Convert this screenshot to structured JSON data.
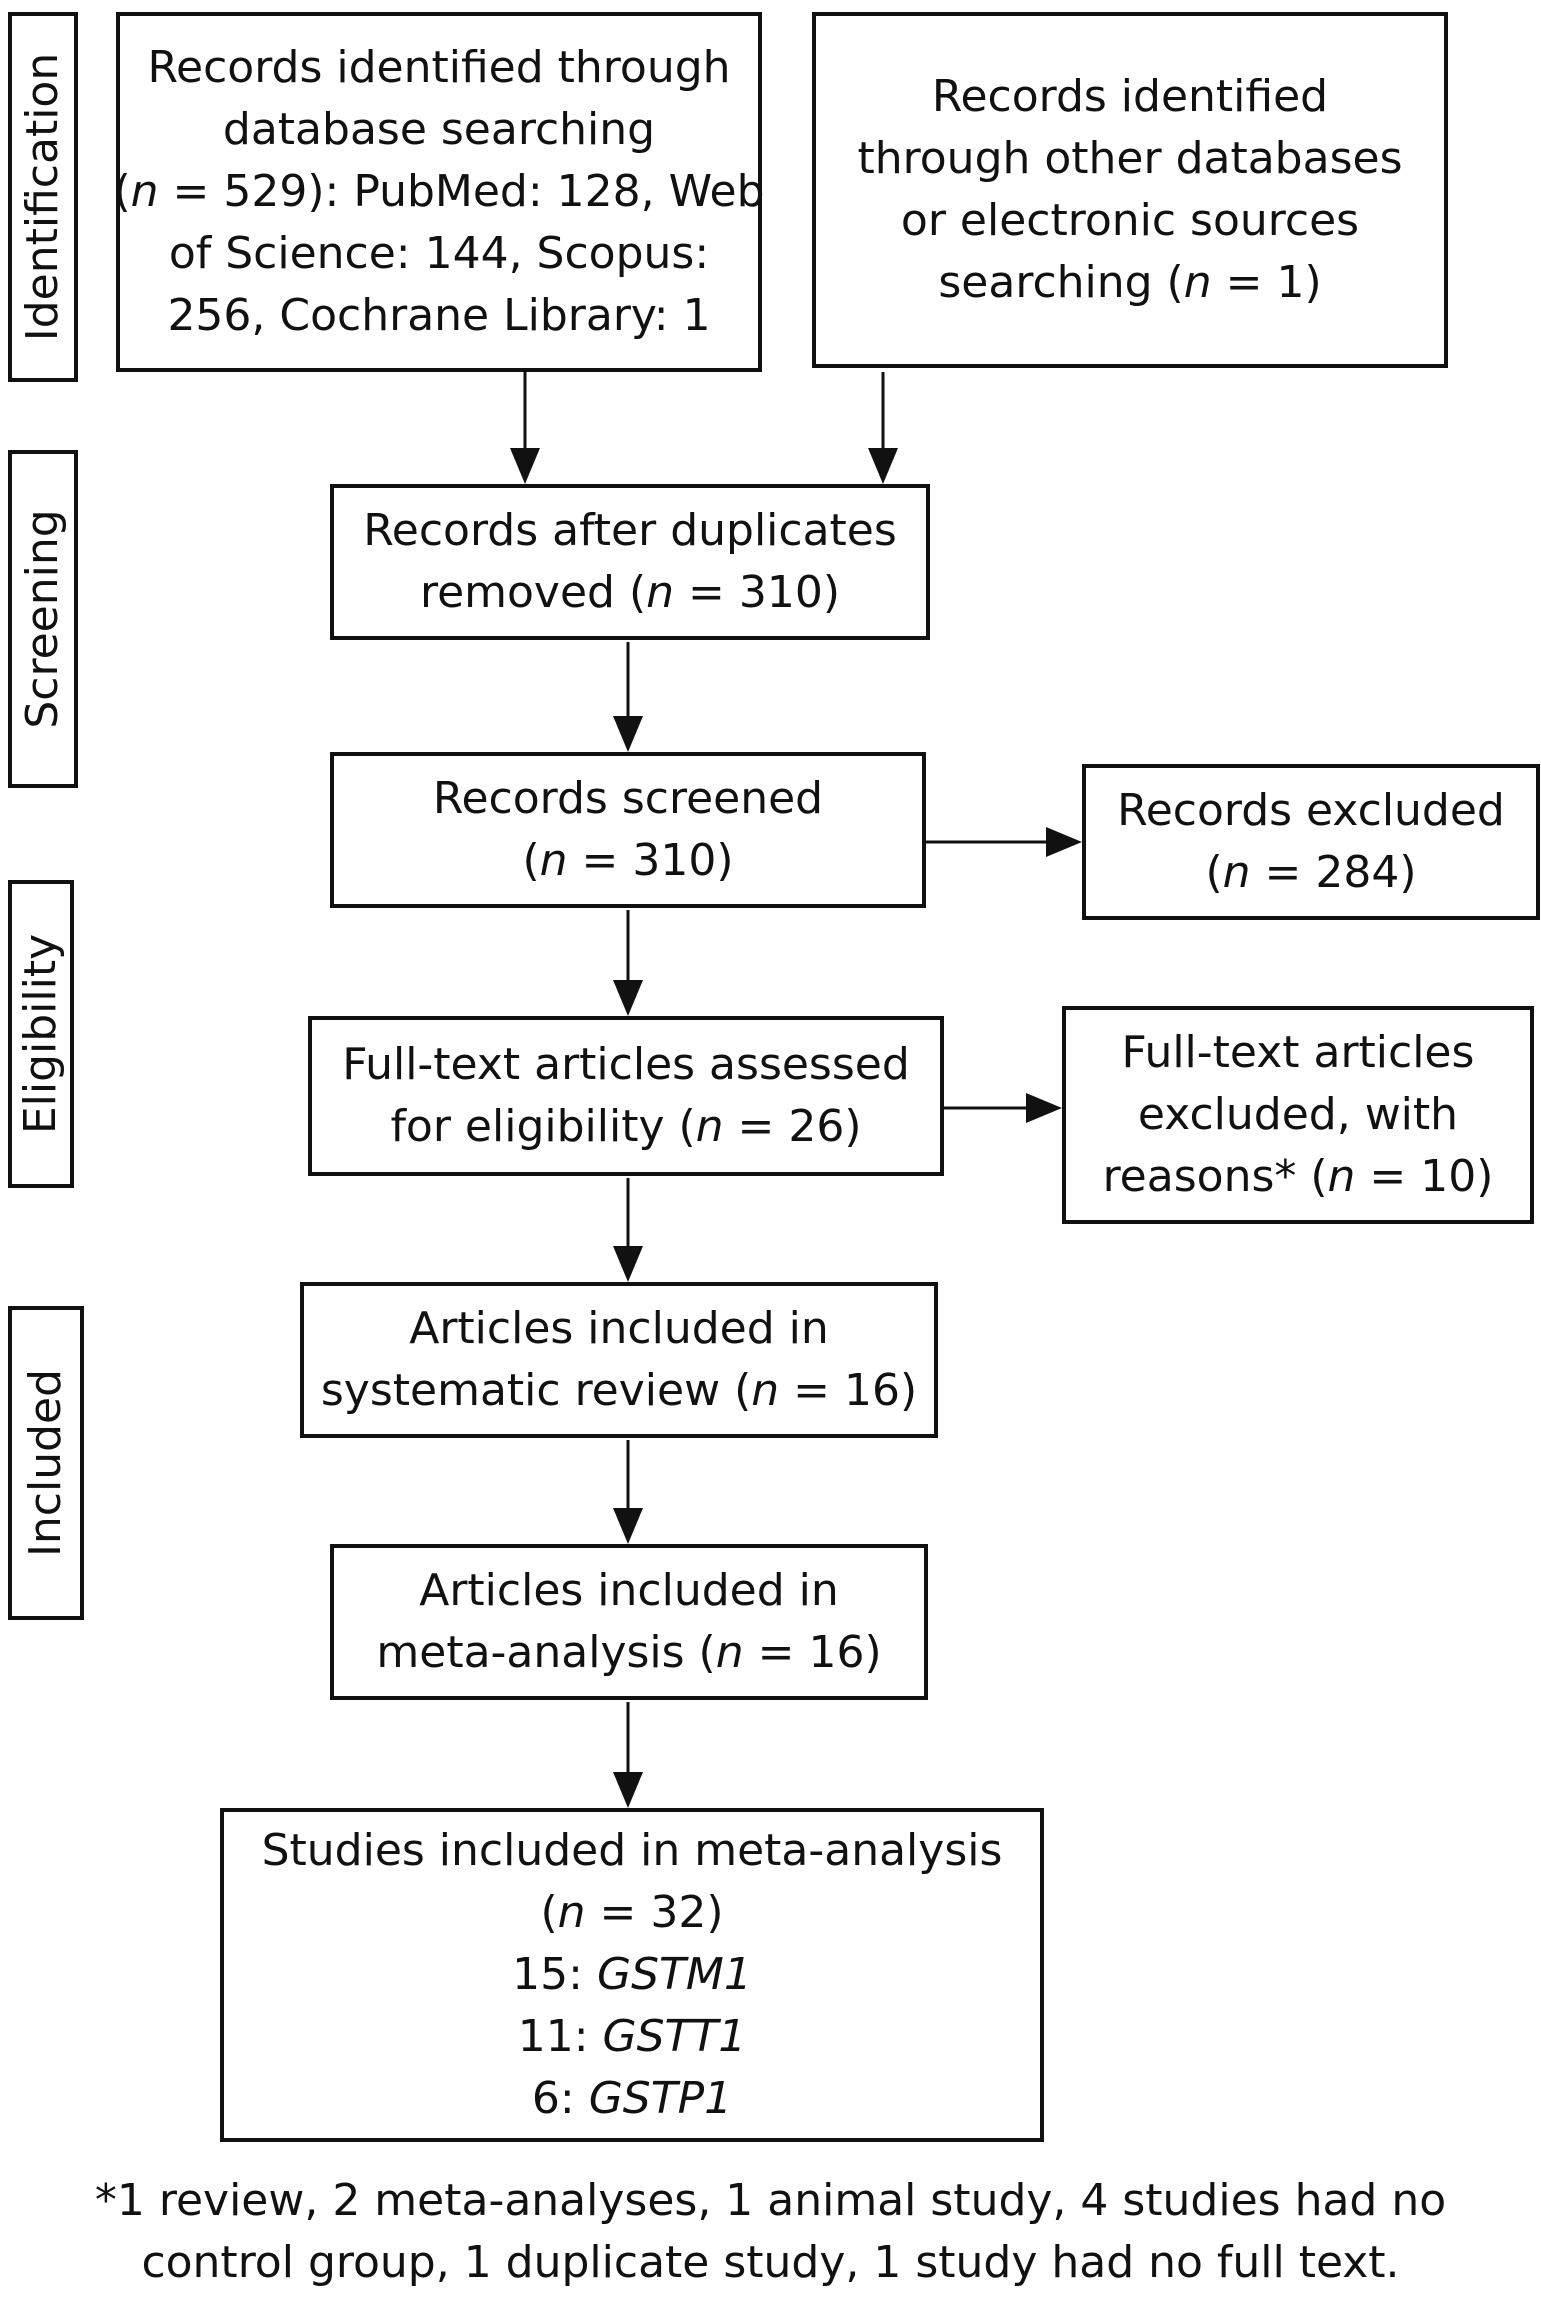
{
  "stages": {
    "identification": "Identification",
    "screening": "Screening",
    "eligibility": "Eligibility",
    "included": "Included"
  },
  "boxes": {
    "database_search": {
      "line1": "Records identified through",
      "line2": "database searching",
      "n_prefix": "(",
      "n_symbol": "n",
      "n_rest": " = 529): PubMed: 128, Web",
      "line4": "of Science: 144, Scopus:",
      "line5": "256, Cochrane Library: 1"
    },
    "other_sources": {
      "line1": "Records identified",
      "line2": "through other databases",
      "line3": "or electronic sources",
      "line4_pre": "searching (",
      "n_symbol": "n",
      "line4_post": " = 1)"
    },
    "duplicates_removed": {
      "line1": "Records after duplicates",
      "line2_pre": "removed (",
      "n_symbol": "n",
      "line2_post": " = 310)"
    },
    "screened": {
      "line1": "Records screened",
      "line2_pre": "(",
      "n_symbol": "n",
      "line2_post": " = 310)"
    },
    "excluded": {
      "line1": "Records excluded",
      "line2_pre": "(",
      "n_symbol": "n",
      "line2_post": " = 284)"
    },
    "fulltext_assessed": {
      "line1": "Full-text articles assessed",
      "line2_pre": "for eligibility (",
      "n_symbol": "n",
      "line2_post": " = 26)"
    },
    "fulltext_excluded": {
      "line1": "Full-text articles",
      "line2": "excluded, with",
      "line3_pre": "reasons* (",
      "n_symbol": "n",
      "line3_post": " = 10)"
    },
    "systematic_review": {
      "line1": "Articles included in",
      "line2_pre": "systematic review (",
      "n_symbol": "n",
      "line2_post": " = 16)"
    },
    "meta_analysis_articles": {
      "line1": "Articles included in",
      "line2_pre": "meta-analysis (",
      "n_symbol": "n",
      "line2_post": " = 16)"
    },
    "meta_analysis_studies": {
      "line1": "Studies included in meta-analysis",
      "line2_pre": "(",
      "n_symbol": "n",
      "line2_post": " = 32)",
      "genes": [
        {
          "count": "15: ",
          "name": "GSTM1"
        },
        {
          "count": "11: ",
          "name": "GSTT1"
        },
        {
          "count": "6: ",
          "name": "GSTP1"
        }
      ]
    }
  },
  "footnote": {
    "line1": "*1 review, 2 meta-analyses, 1 animal study, 4 studies had no",
    "line2": "control group, 1 duplicate study, 1 study had no full text."
  }
}
